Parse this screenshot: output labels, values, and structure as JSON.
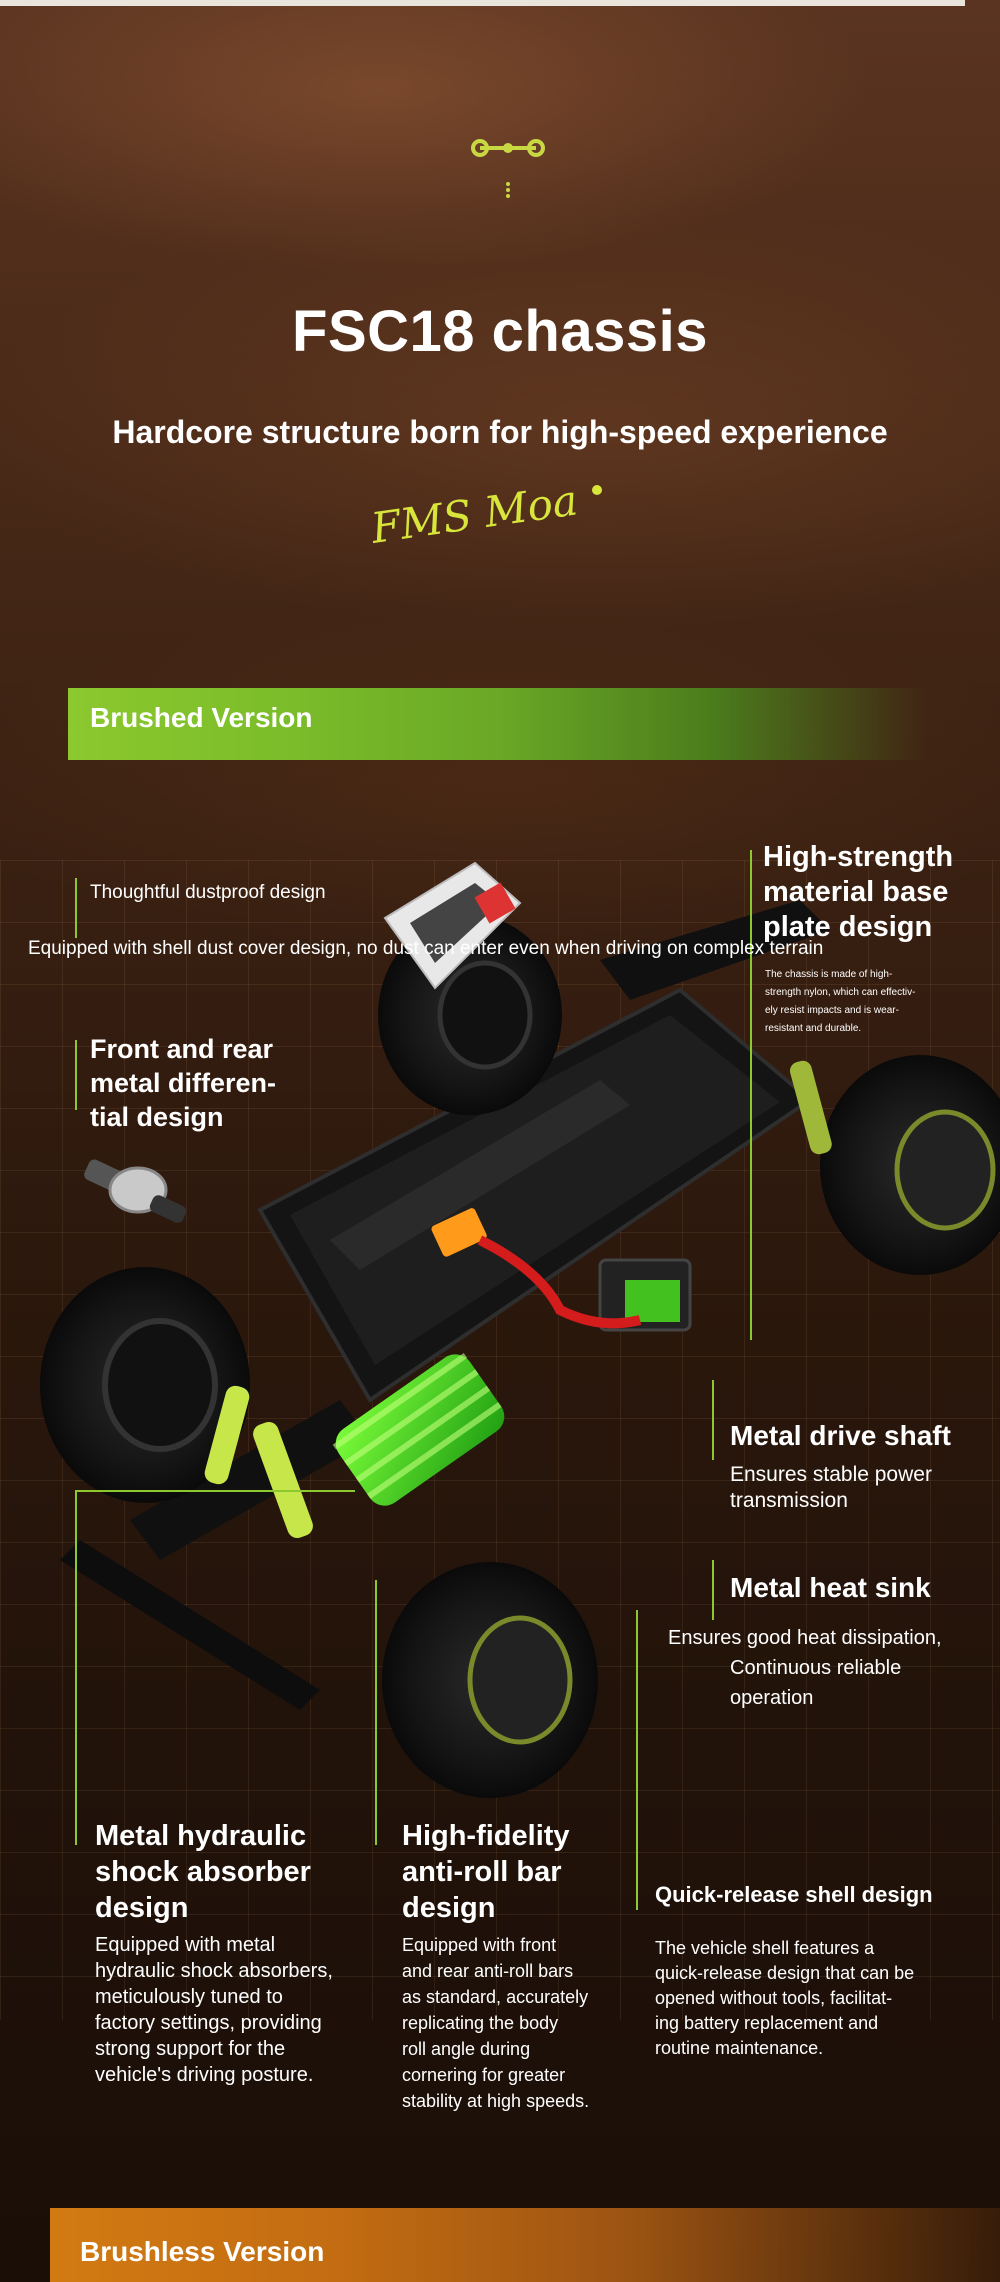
{
  "header": {
    "title": "FSC18 chassis",
    "subtitle": "Hardcore structure born for high-speed experience",
    "signature": "FMS Moa"
  },
  "section_brushed": {
    "label": "Brushed Version"
  },
  "section_brushless": {
    "label": "Brushless Version"
  },
  "features": {
    "dustproof": {
      "title": "Thoughtful dustproof design",
      "desc": "Equipped with shell dust cover design, no dust can enter even when driving on complex terrain"
    },
    "base_plate": {
      "title_lines": [
        "High-strength",
        "material base",
        "plate design"
      ],
      "desc_lines": [
        "The chassis is made of high-",
        "strength nylon, which can effectiv-",
        "ely resist impacts and is wear-",
        "resistant and durable."
      ]
    },
    "differential": {
      "title_lines": [
        "Front and rear",
        "metal differen-",
        "tial design"
      ]
    },
    "drive_shaft": {
      "title": "Metal drive shaft",
      "desc_lines": [
        "Ensures stable power",
        "transmission"
      ]
    },
    "heat_sink": {
      "title": "Metal heat sink",
      "desc_lines": [
        "Ensures good heat dissipation,",
        "Continuous reliable",
        "operation"
      ]
    },
    "shock": {
      "title_lines": [
        "Metal hydraulic",
        "shock absorber",
        "design"
      ],
      "desc_lines": [
        "Equipped with metal",
        "hydraulic shock absorbers,",
        "meticulously tuned to",
        "factory settings, providing",
        "strong support for the",
        "vehicle's driving posture."
      ]
    },
    "anti_roll": {
      "title_lines": [
        "High-fidelity",
        "anti-roll bar",
        "design"
      ],
      "desc_lines": [
        "Equipped with front",
        "and rear anti-roll bars",
        "as standard, accurately",
        "replicating the body",
        "roll angle during",
        "cornering for greater",
        "stability at high speeds."
      ]
    },
    "quick_release": {
      "title": "Quick-release shell design",
      "desc_lines": [
        "The vehicle shell features a",
        "quick-release design that can be",
        "opened without tools, facilitat-",
        "ing battery replacement and",
        "routine maintenance."
      ]
    }
  },
  "colors": {
    "accent_green": "#8cc82e",
    "accent_orange": "#d27a12"
  }
}
